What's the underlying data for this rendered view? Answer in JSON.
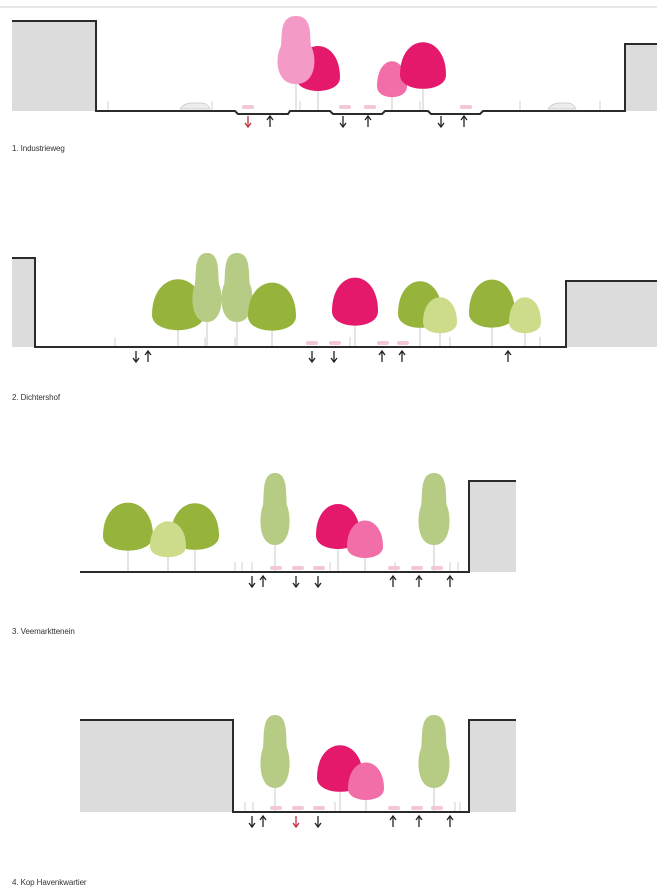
{
  "colors": {
    "building": "#dcdcdc",
    "ground": "#2b2b2b",
    "magenta": "#e5196b",
    "pink": "#f26ea8",
    "light_pink": "#f39bc6",
    "dark_green": "#96b43c",
    "light_green": "#cddc8a",
    "pale_green": "#b6cc84",
    "arrow": "#222222",
    "arrow_red": "#c0303a",
    "car": "#f3c6d8"
  },
  "sections": [
    {
      "caption": "1. Industrieweg",
      "trees": [
        "light_pink",
        "magenta",
        "pink",
        "magenta"
      ],
      "flow": "↓ ↑ ↓ ↑ ↓ ↑"
    },
    {
      "caption": "2. Dichtershof",
      "trees": [
        "dark_green",
        "pale_green",
        "pale_green",
        "dark_green",
        "magenta",
        "dark_green",
        "light_green",
        "dark_green",
        "light_green"
      ],
      "flow": "↓ ↑ ↓ ↓ ↑ ↑ ↑"
    },
    {
      "caption": "3. Veemarkttenein",
      "trees": [
        "dark_green",
        "light_green",
        "dark_green",
        "pale_green",
        "magenta",
        "pink",
        "pale_green"
      ],
      "flow": "↓ ↑ ↓ ↓ ↑ ↑ ↑"
    },
    {
      "caption": "4. Kop Havenkwartier",
      "trees": [
        "pale_green",
        "magenta",
        "pink",
        "pale_green"
      ],
      "flow": "↓ ↑ ↓ ↓ ↑ ↑ ↑"
    }
  ]
}
